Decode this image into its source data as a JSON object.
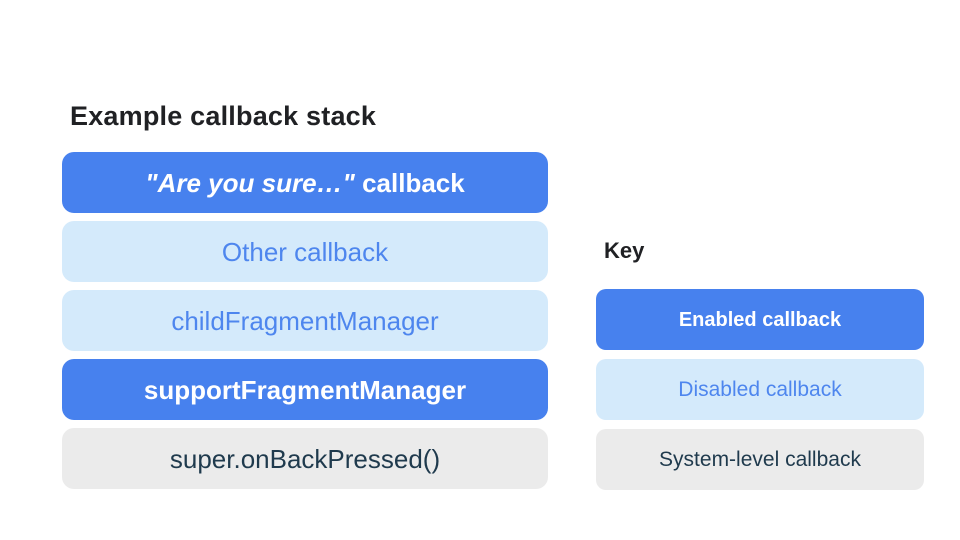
{
  "title": "Example callback stack",
  "stack": {
    "items": [
      {
        "quoted": "\"Are you sure…\"",
        "suffix": " callback",
        "type": "enabled"
      },
      {
        "label": "Other callback",
        "type": "disabled"
      },
      {
        "label": "childFragmentManager",
        "type": "disabled"
      },
      {
        "label": "supportFragmentManager",
        "type": "enabled"
      },
      {
        "label": "super.onBackPressed()",
        "type": "system"
      }
    ]
  },
  "key": {
    "title": "Key",
    "items": [
      {
        "label": "Enabled callback",
        "type": "enabled"
      },
      {
        "label": "Disabled callback",
        "type": "disabled"
      },
      {
        "label": "System-level callback",
        "type": "system"
      }
    ]
  },
  "colors": {
    "enabled_bg": "#4781ee",
    "enabled_text": "#ffffff",
    "disabled_bg": "#d4eafb",
    "disabled_text": "#4e86ee",
    "system_bg": "#ebebeb",
    "system_text": "#1f3a4d",
    "heading_text": "#202124",
    "page_background": "#ffffff"
  }
}
